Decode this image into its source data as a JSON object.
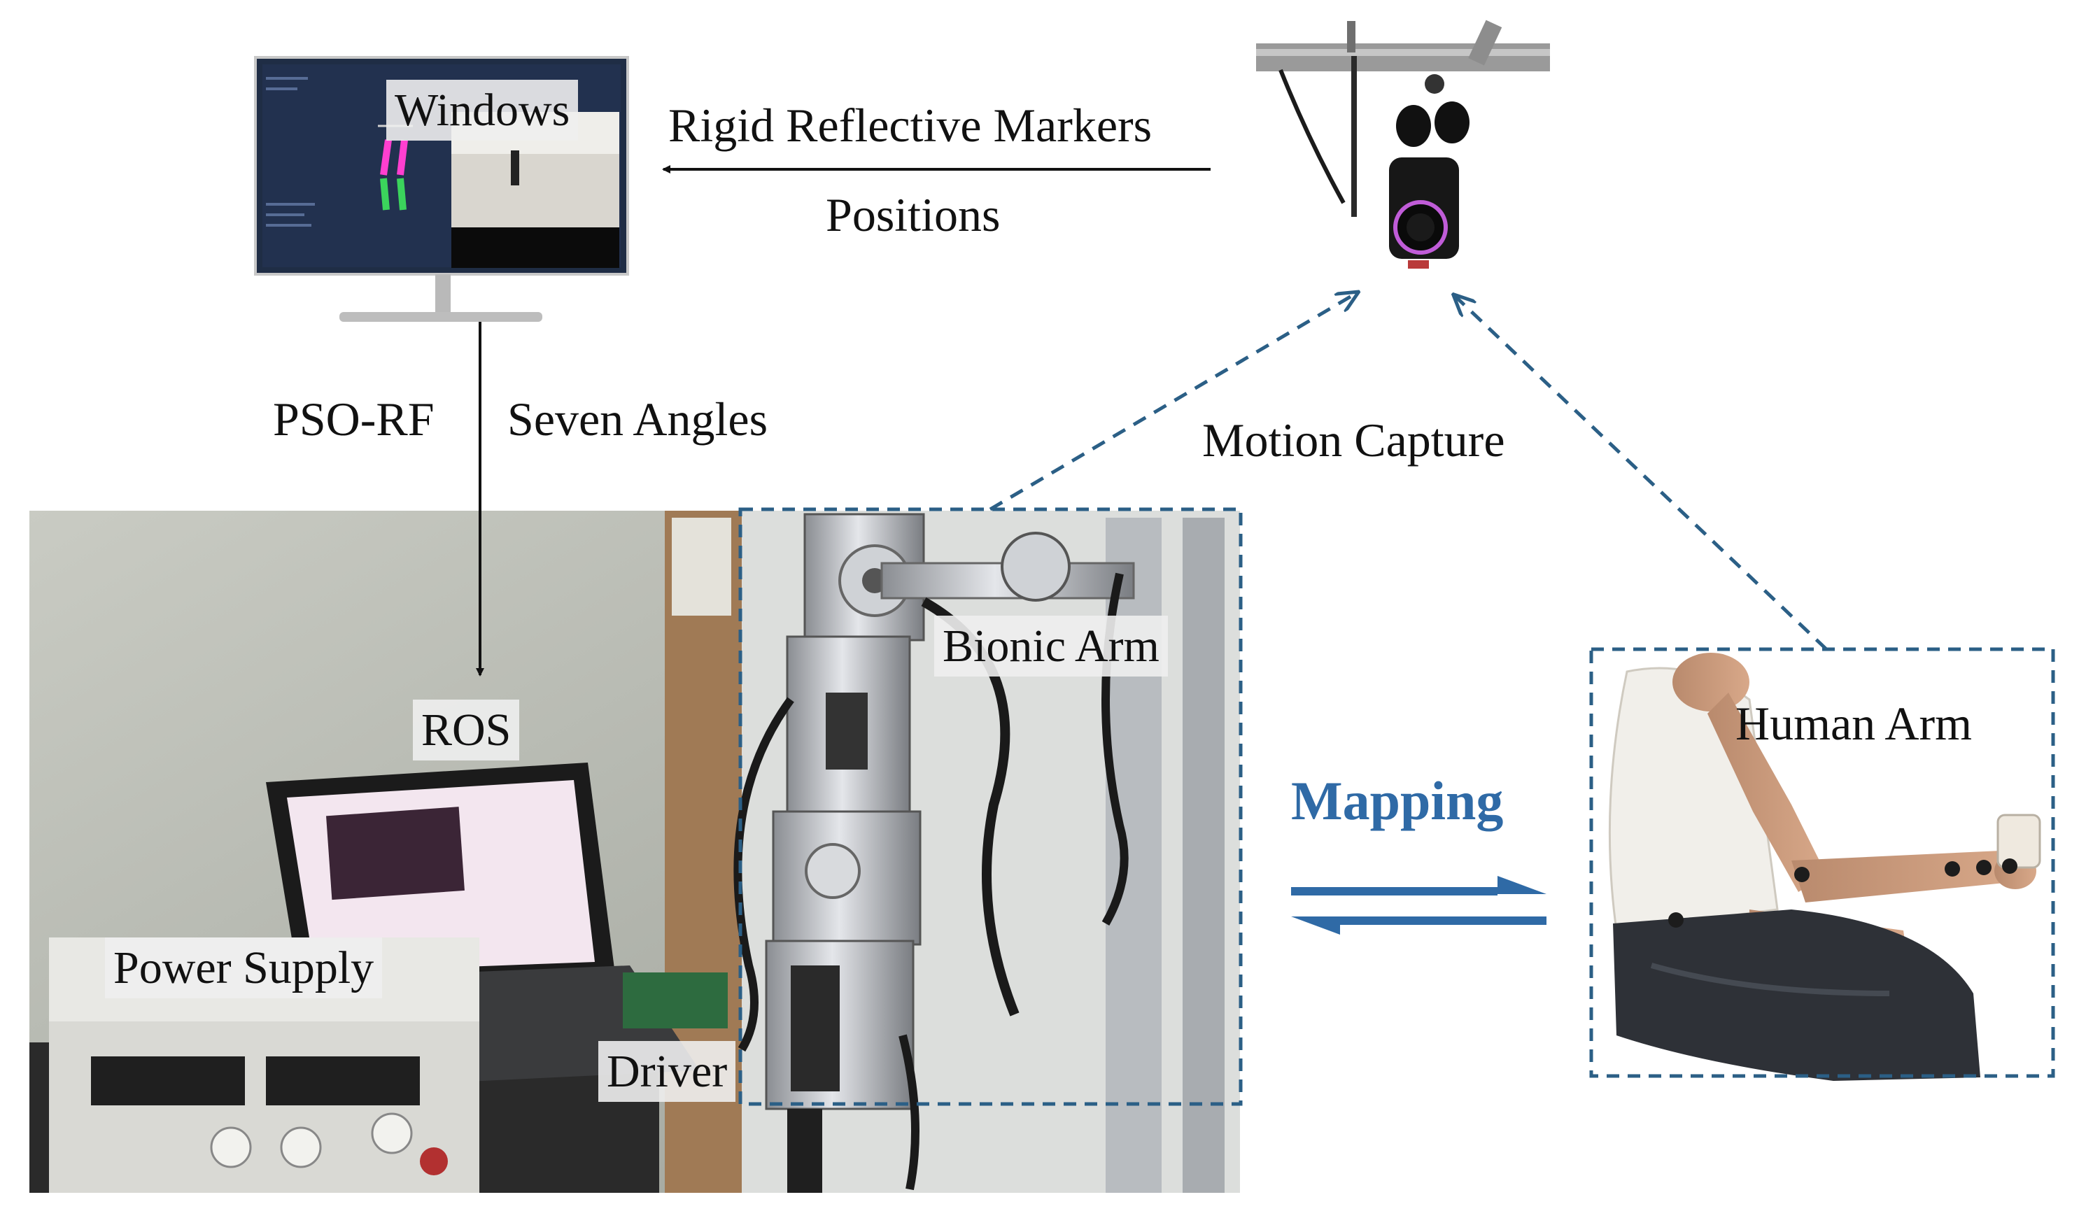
{
  "labels": {
    "windows": "Windows",
    "rigid_markers": "Rigid Reflective Markers",
    "positions": "Positions",
    "pso_rf": "PSO-RF",
    "seven_angles": "Seven Angles",
    "motion_capture": "Motion Capture",
    "ros": "ROS",
    "bionic_arm": "Bionic Arm",
    "power_supply": "Power Supply",
    "driver": "Driver",
    "human_arm": "Human Arm",
    "mapping": "Mapping"
  },
  "colors": {
    "accent_blue": "#2f6aa6",
    "dashed_box": "#2b5f86",
    "motion_capture_light": "#c05cd8"
  }
}
